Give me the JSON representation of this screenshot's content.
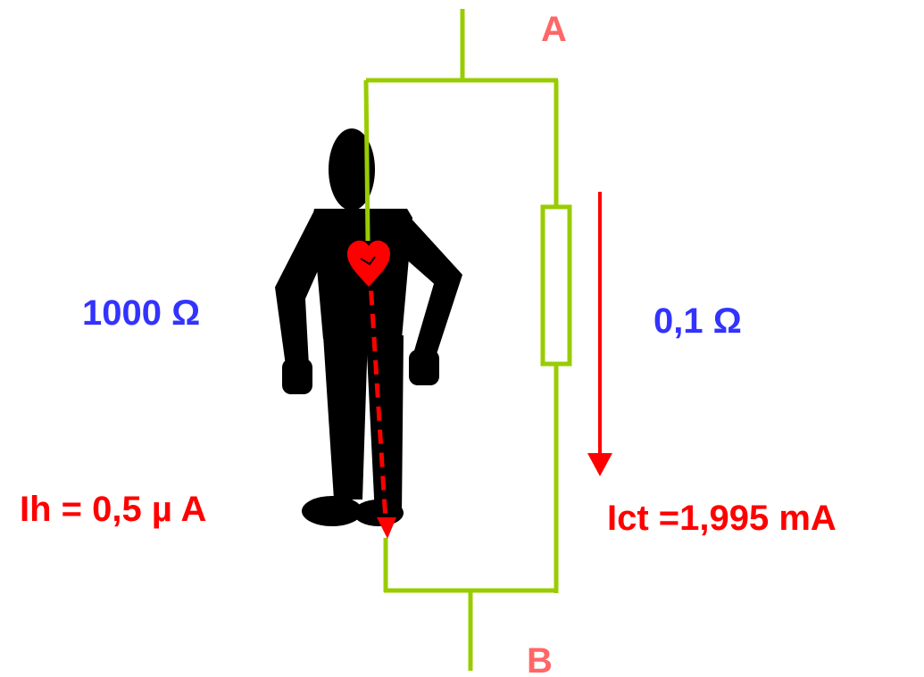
{
  "colors": {
    "wire": "#99cc00",
    "current": "#ff0000",
    "node_label": "#ff6666",
    "resistance_label": "#3333ff",
    "body": "#000000"
  },
  "nodes": {
    "top": "A",
    "bottom": "B"
  },
  "human_branch": {
    "resistance": "1000 Ω",
    "current": "Ih = 0,5 µ A"
  },
  "resistor_branch": {
    "resistance": "0,1 Ω",
    "current": "Ict =1,995 mA"
  },
  "icons": {
    "person": "person-silhouette-icon",
    "heart": "heart-icon",
    "resistor": "resistor-symbol"
  }
}
